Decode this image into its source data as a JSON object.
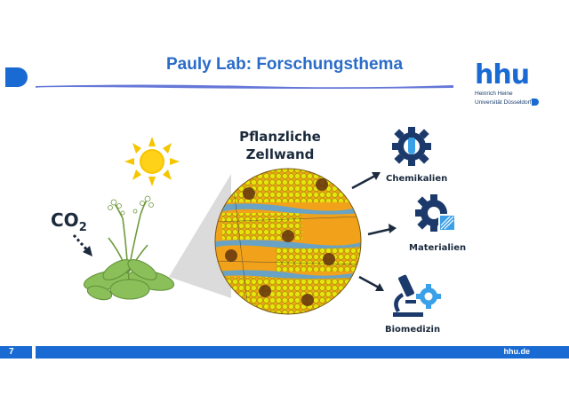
{
  "slide": {
    "title": "Pauly Lab: Forschungsthema",
    "page_number": "7",
    "footer_site": "hhu.de"
  },
  "logo": {
    "mark": "hhu",
    "line1": "Heinrich Heine",
    "line2": "Universität Düsseldorf"
  },
  "figure": {
    "center_label_line1": "Pflanzliche",
    "center_label_line2": "Zellwand",
    "co2_main": "CO",
    "co2_sub": "2",
    "outputs": [
      {
        "label": "Chemikalien",
        "icon": "gear-flask-icon"
      },
      {
        "label": "Materialien",
        "icon": "gear-material-icon"
      },
      {
        "label": "Biomedizin",
        "icon": "microscope-gear-icon"
      }
    ]
  },
  "colors": {
    "primary_blue": "#1a6ad3",
    "title_blue": "#2a6cc8",
    "dark_text": "#1b2a3d",
    "sun_yellow": "#f5c500",
    "plant_green": "#8bbf5a",
    "wall_orange": "#f2a21a"
  }
}
